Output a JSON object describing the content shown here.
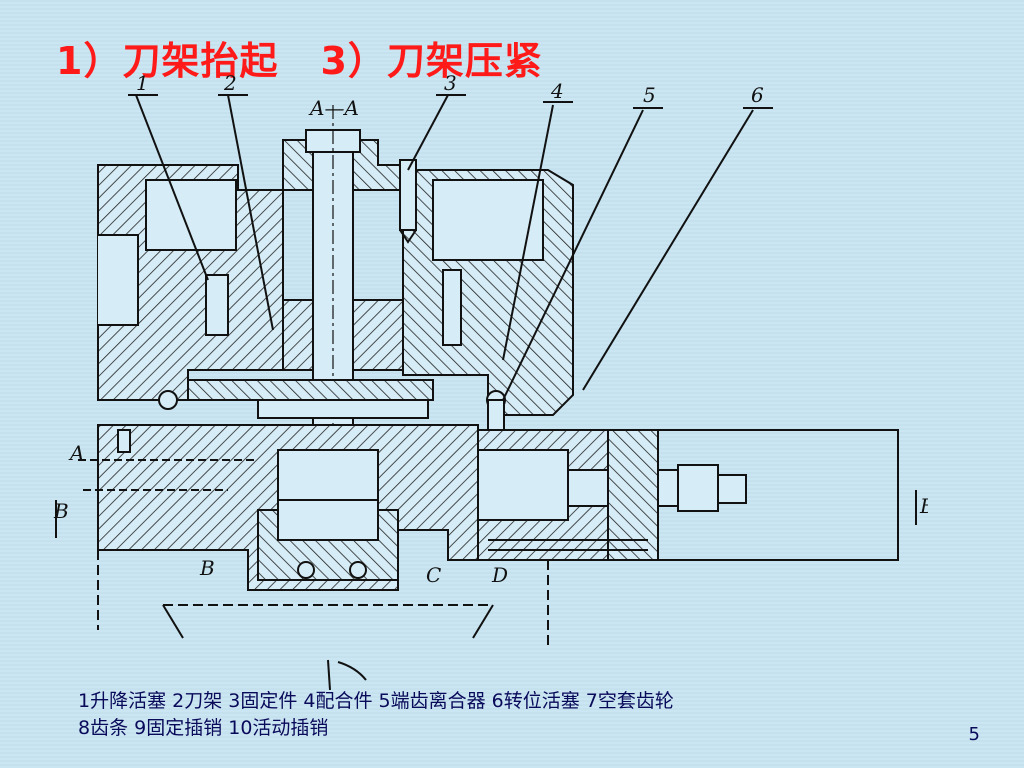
{
  "slide": {
    "title_part1": "1）刀架抬起",
    "title_part2": "3）刀架压紧",
    "page_number": "5"
  },
  "caption": {
    "line1": "1升降活塞  2刀架 3固定件 4配合件 5端齿离合器 6转位活塞 7空套齿轮",
    "line2": "8齿条 9固定插销 10活动插销"
  },
  "drawing": {
    "section_label": "A—A",
    "callouts": [
      "1",
      "2",
      "3",
      "4",
      "5",
      "6"
    ],
    "labels": {
      "a_left": "A",
      "b_left": "B",
      "b_right": "B",
      "b_bottom": "B",
      "c_bottom": "C",
      "d_bottom": "D"
    }
  },
  "colors": {
    "background": "#c8e5f2",
    "title": "#ff1a1a",
    "caption_text": "#0a0a5a",
    "ink": "#111111"
  }
}
